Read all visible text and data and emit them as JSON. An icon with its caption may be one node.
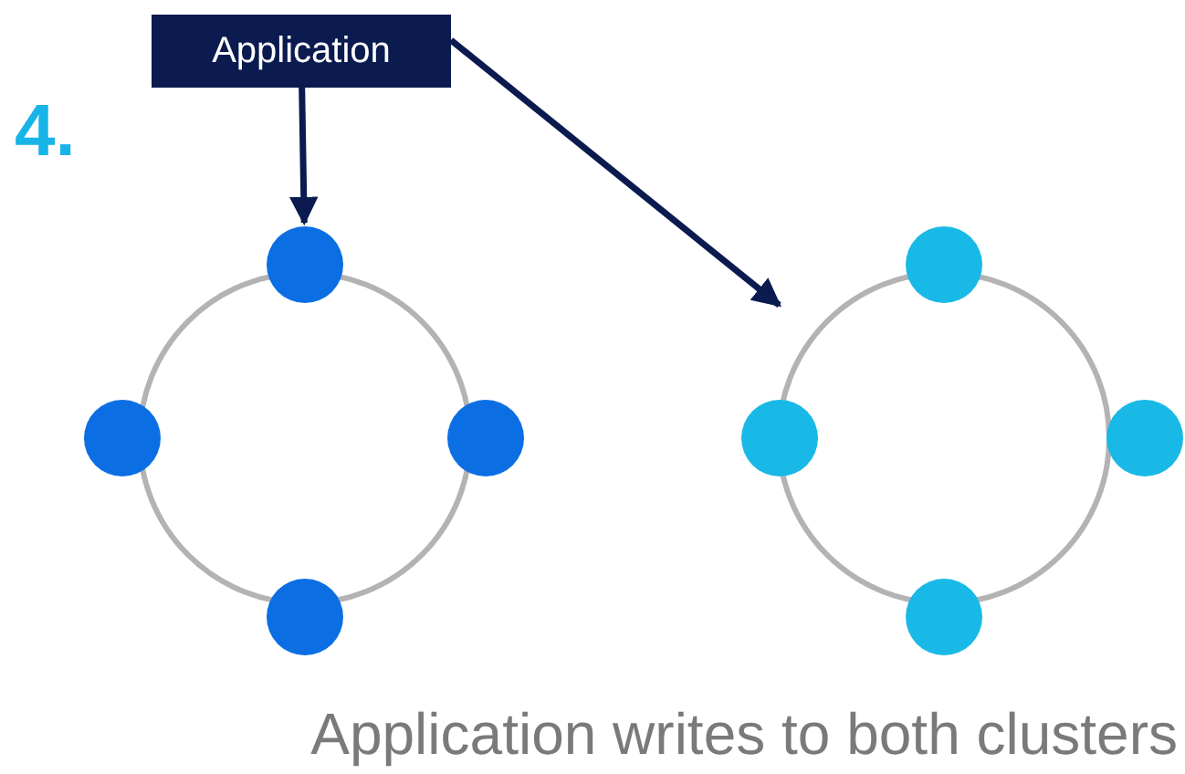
{
  "diagram": {
    "caption": "Application writes to both clusters",
    "nodes": [
      {
        "text": [
          "Application"
        ]
      },
      {
        "text": [],
        "shape": "circle"
      },
      {
        "text": [],
        "shape": "circle"
      },
      {
        "text": [],
        "shape": "circle"
      },
      {
        "text": [],
        "shape": "circle"
      },
      {
        "text": [],
        "shape": "circle"
      },
      {
        "text": [],
        "shape": "circle"
      },
      {
        "text": [],
        "shape": "circle"
      },
      {
        "text": [],
        "shape": "circle"
      },
      {
        "text": [],
        "shape": "circle"
      },
      {
        "text": [],
        "shape": "circle"
      }
    ],
    "edges": [
      {
        "from": 0,
        "to": 2,
        "arrow": "to"
      },
      {
        "from": 0,
        "to": 6,
        "arrow": "to"
      }
    ],
    "labels": [
      "4."
    ]
  }
}
